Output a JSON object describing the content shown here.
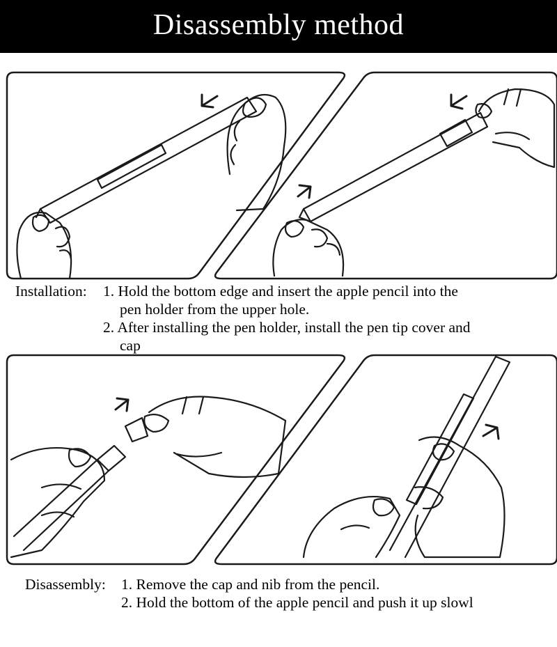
{
  "header": {
    "title": "Disassembly method"
  },
  "installation": {
    "heading": "Installation:",
    "step1_line1": "1. Hold the bottom edge and insert the apple pencil into the",
    "step1_line2": "pen holder from the upper hole.",
    "step2_line1": "2. After installing the pen holder, install the pen tip cover and",
    "step2_line2": "cap"
  },
  "disassembly": {
    "heading": "Disassembly:",
    "step1": "1. Remove the cap and nib from the pencil.",
    "step2": "2. Hold the bottom of the apple pencil and push it up slowl"
  },
  "colors": {
    "header_bg": "#000000",
    "header_text": "#ffffff",
    "line": "#1a1a1a"
  }
}
